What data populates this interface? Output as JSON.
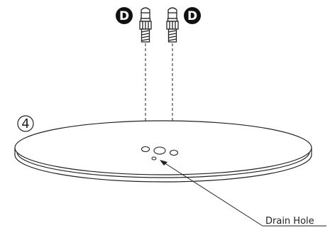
{
  "step": {
    "number": "4"
  },
  "parts": [
    {
      "letter": "D",
      "icon": "bolt-icon"
    },
    {
      "letter": "D",
      "icon": "bolt-icon"
    }
  ],
  "callouts": {
    "drain_hole": "Drain Hole"
  },
  "colors": {
    "line": "#222222",
    "badge": "#111111",
    "background": "#ffffff"
  }
}
